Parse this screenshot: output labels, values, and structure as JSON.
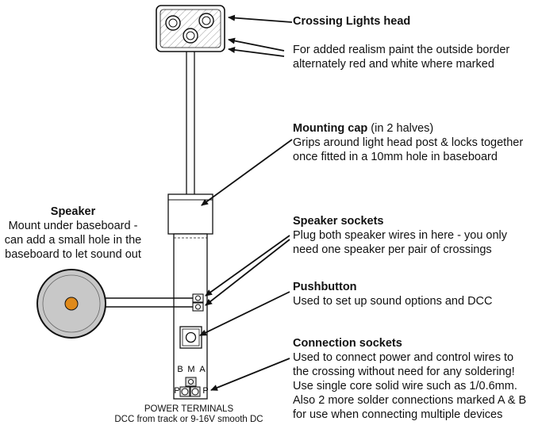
{
  "colors": {
    "line": "#111111",
    "speaker_body": "#c8c8c8",
    "speaker_center": "#e08a1a",
    "hatch": "#777777"
  },
  "labels": {
    "head_title": "Crossing Lights head",
    "paint_note_1": "For added realism paint the outside border",
    "paint_note_2": "alternately red and white where marked",
    "cap_title": "Mounting cap",
    "cap_sub": " (in 2 halves)",
    "cap_desc_1": "Grips around light head post & locks together",
    "cap_desc_2": "once fitted in a 10mm hole in baseboard",
    "spk_title": "Speaker",
    "spk_desc_1": "Mount under baseboard -",
    "spk_desc_2": "can add a small hole in the",
    "spk_desc_3": "baseboard to let sound out",
    "sockets_title": "Speaker sockets",
    "sockets_desc_1": "Plug both speaker wires in here - you only",
    "sockets_desc_2": "need one speaker per pair of crossings",
    "push_title": "Pushbutton",
    "push_desc": "Used to set up sound options and DCC",
    "conn_title": "Connection sockets",
    "conn_desc_1": "Used to connect power and control wires to",
    "conn_desc_2": "the crossing without need for any soldering!",
    "conn_desc_3": "Use single core solid wire such as 1/0.6mm.",
    "conn_desc_4": "Also 2 more solder connections marked A & B",
    "conn_desc_5": "for use when connecting multiple devices",
    "power_1": "POWER TERMINALS",
    "power_2": "DCC from track or 9-16V smooth DC",
    "pin_b": "B",
    "pin_m": "M",
    "pin_a": "A",
    "pin_p_left": "P",
    "pin_p_right": "P"
  }
}
